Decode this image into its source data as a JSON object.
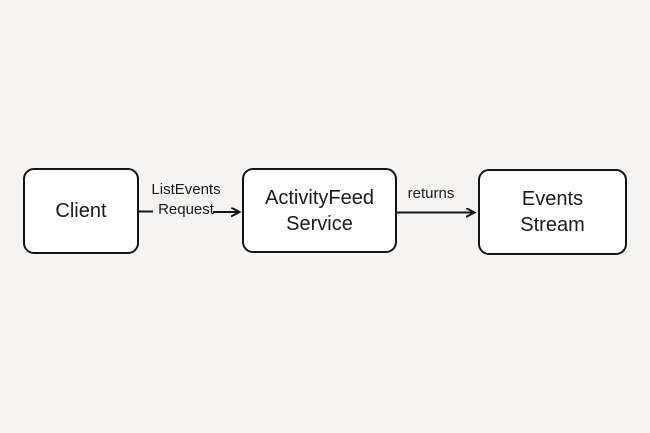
{
  "diagram": {
    "background_color": "#f5f4f2",
    "stroke_color": "#141414",
    "node_fill_color": "#ffffff",
    "nodes": [
      {
        "id": "client",
        "label": "Client"
      },
      {
        "id": "activityfeed-service",
        "label": "ActivityFeed Service"
      },
      {
        "id": "events-stream",
        "label": "Events Stream"
      }
    ],
    "edges": [
      {
        "from": "client",
        "to": "activityfeed-service",
        "label_lines": [
          "ListEvents",
          "Request"
        ]
      },
      {
        "from": "activityfeed-service",
        "to": "events-stream",
        "label_lines": [
          "returns"
        ]
      }
    ]
  }
}
